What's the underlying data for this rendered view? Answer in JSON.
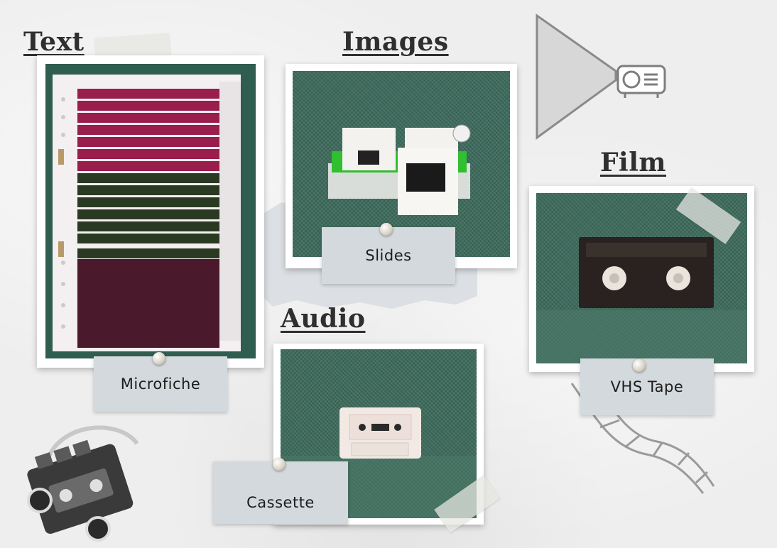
{
  "sections": {
    "text": {
      "heading": "Text",
      "label": "Microfiche"
    },
    "images": {
      "heading": "Images",
      "label": "Slides"
    },
    "audio": {
      "heading": "Audio",
      "label": "Cassette"
    },
    "film": {
      "heading": "Film",
      "label": "VHS Tape"
    }
  },
  "colors": {
    "background": "#eeeeee",
    "fabric": "#3d6b5c",
    "label_card": "#d4d9dd",
    "heading_text": "#2f2f2f"
  },
  "decorations": [
    "projector-icon",
    "boombox-icon",
    "film-strip-icon"
  ]
}
